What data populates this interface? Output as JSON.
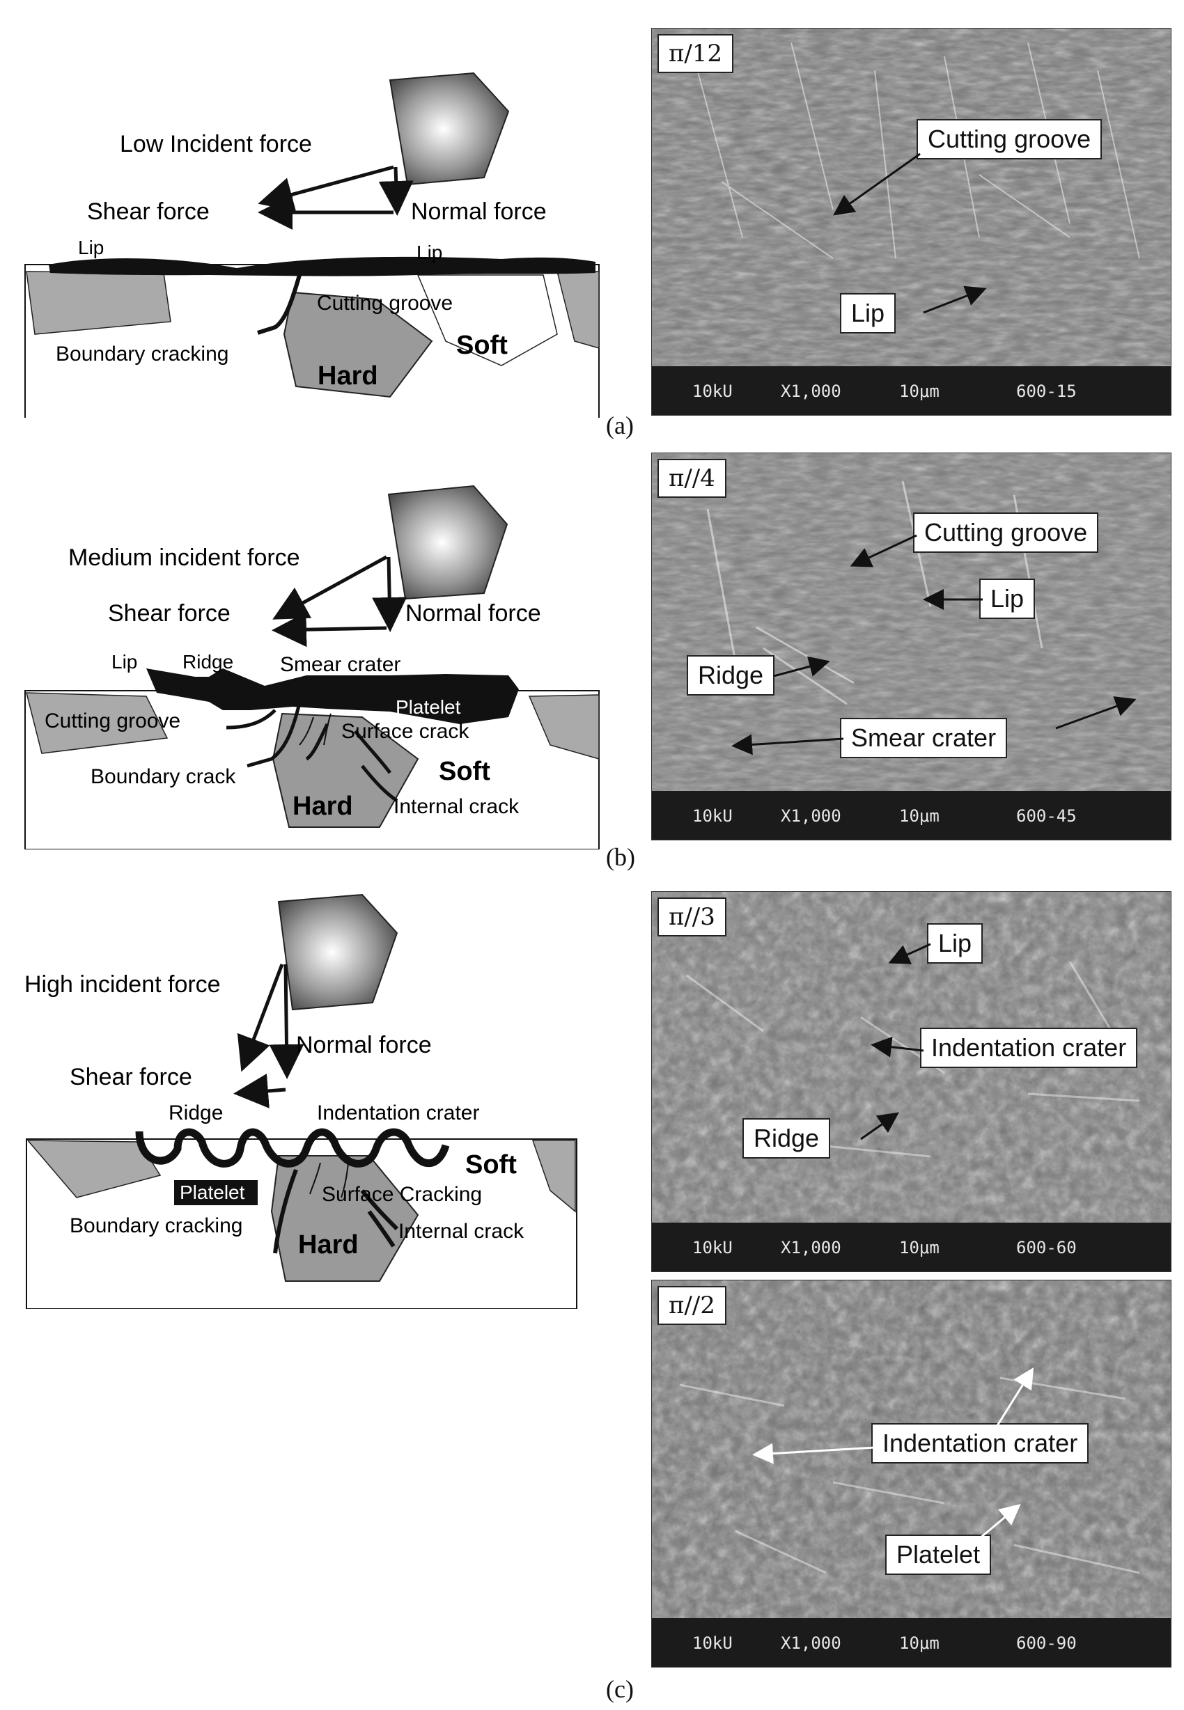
{
  "panels": [
    {
      "id": "a",
      "caption": "(a)",
      "schematic": {
        "force_label": "Low Incident  force",
        "shear": "Shear  force",
        "normal": "Normal  force",
        "lip_left": "Lip",
        "lip_right": "Lip",
        "cutting_groove": "Cutting groove",
        "boundary": "Boundary cracking",
        "soft": "Soft",
        "hard": "Hard"
      },
      "sem": {
        "angle": "π/12",
        "callouts": [
          "Cutting groove",
          "Lip"
        ],
        "bar": {
          "kv": "10kU",
          "mag": "X1,000",
          "scale": "10μm",
          "code": "600-15"
        }
      }
    },
    {
      "id": "b",
      "caption": "(b)",
      "schematic": {
        "force_label": "Medium incident  force",
        "shear": "Shear  force",
        "normal": "Normal  force",
        "lip": "Lip",
        "ridge": "Ridge",
        "smear": "Smear crater",
        "platelet": "Platelet",
        "cutting_groove": "Cutting groove",
        "surface_crack": "Surface crack",
        "boundary": "Boundary crack",
        "soft": "Soft",
        "hard": "Hard",
        "internal": "Internal crack"
      },
      "sem": {
        "angle": "π//4",
        "callouts": [
          "Cutting groove",
          "Lip",
          "Ridge",
          "Smear crater"
        ],
        "bar": {
          "kv": "10kU",
          "mag": "X1,000",
          "scale": "10μm",
          "code": "600-45"
        }
      }
    },
    {
      "id": "c",
      "caption": "(c)",
      "schematic": {
        "force_label": "High incident  force",
        "normal": "Normal  force",
        "shear": "Shear  force",
        "ridge": "Ridge",
        "indentation": "Indentation crater",
        "soft": "Soft",
        "platelet": "Platelet",
        "surface_cracking": "Surface Cracking",
        "boundary": "Boundary cracking",
        "hard": "Hard",
        "internal": "Internal crack"
      },
      "sem": [
        {
          "angle": "π//3",
          "callouts": [
            "Lip",
            "Indentation crater",
            "Ridge"
          ],
          "bar": {
            "kv": "10kU",
            "mag": "X1,000",
            "scale": "10μm",
            "code": "600-60"
          }
        },
        {
          "angle": "π//2",
          "callouts": [
            "Indentation crater",
            "Platelet"
          ],
          "bar": {
            "kv": "10kU",
            "mag": "X1,000",
            "scale": "10μm",
            "code": "600-90"
          }
        }
      ]
    }
  ]
}
